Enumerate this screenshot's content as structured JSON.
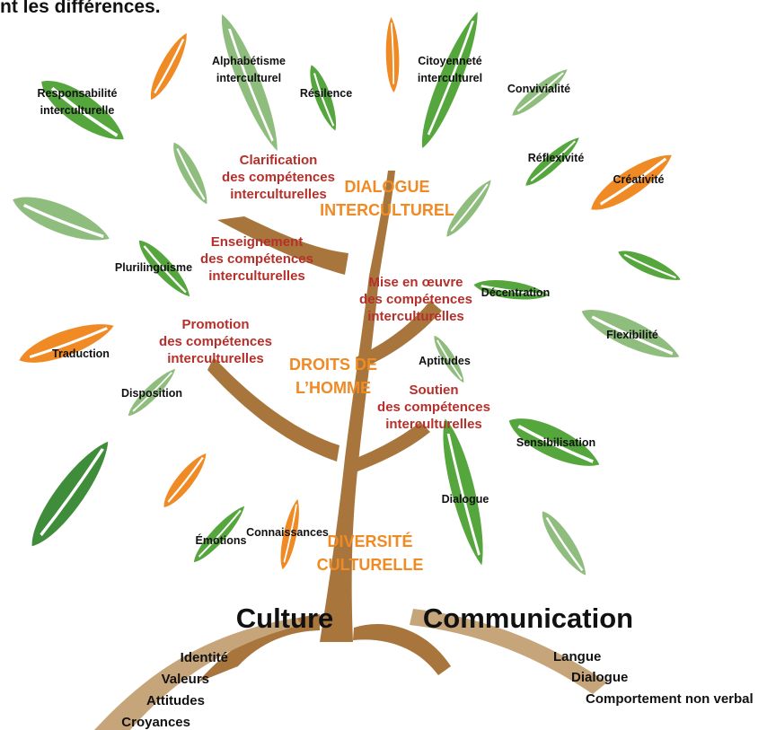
{
  "header": {
    "partial_title": "nt les différences."
  },
  "colors": {
    "trunk": "#a8763c",
    "ground": "#c6a57a",
    "leaf_green": "#55a63d",
    "leaf_light_green": "#8fbd7e",
    "leaf_dark_green": "#3f8c3a",
    "leaf_orange": "#ef8a25",
    "red_text": "#b5302b",
    "orange_text": "#ef8a25",
    "black_text": "#111111"
  },
  "tree": {
    "core_labels": {
      "top_1": "DIALOGUE",
      "top_2": "INTERCULTUREL",
      "middle_1": "DROITS DE",
      "middle_2": "L’HOMME",
      "bottom_1": "DIVERSITÉ",
      "bottom_2": "CULTURELLE"
    },
    "branch_labels": {
      "clarification_1": "Clarification",
      "clarification_2": "des compétences",
      "clarification_3": "interculturelles",
      "enseignement_1": "Enseignement",
      "enseignement_2": "des compétences",
      "enseignement_3": "interculturelles",
      "mise_1": "Mise en œuvre",
      "mise_2": "des compétences",
      "mise_3": "interculturelles",
      "promotion_1": "Promotion",
      "promotion_2": "des compétences",
      "promotion_3": "interculturelles",
      "soutien_1": "Soutien",
      "soutien_2": "des compétences",
      "soutien_3": "interculturelles"
    }
  },
  "leaves": {
    "responsabilite_1": "Responsabilité",
    "responsabilite_2": "interculturelle",
    "alphabetisme_1": "Alphabétisme",
    "alphabetisme_2": "interculturel",
    "resilience": "Résilence",
    "citoyennete_1": "Citoyenneté",
    "citoyennete_2": "interculturel",
    "convivialite": "Convivialité",
    "reflexivite": "Réflexivité",
    "creativite": "Créativité",
    "plurilinguisme": "Plurilinguisme",
    "decentration": "Décentration",
    "flexibilite": "Flexibilité",
    "traduction": "Traduction",
    "aptitudes": "Aptitudes",
    "disposition": "Disposition",
    "sensibilisation": "Sensibilisation",
    "dialogue": "Dialogue",
    "emotions": "Émotions",
    "connaissances": "Connaissances"
  },
  "roots": {
    "culture": {
      "title": "Culture",
      "items": [
        "Identité",
        "Valeurs",
        "Attitudes",
        "Croyances"
      ]
    },
    "communication": {
      "title": "Communication",
      "items": [
        "Langue",
        "Dialogue",
        "Comportement non verbal"
      ]
    }
  }
}
